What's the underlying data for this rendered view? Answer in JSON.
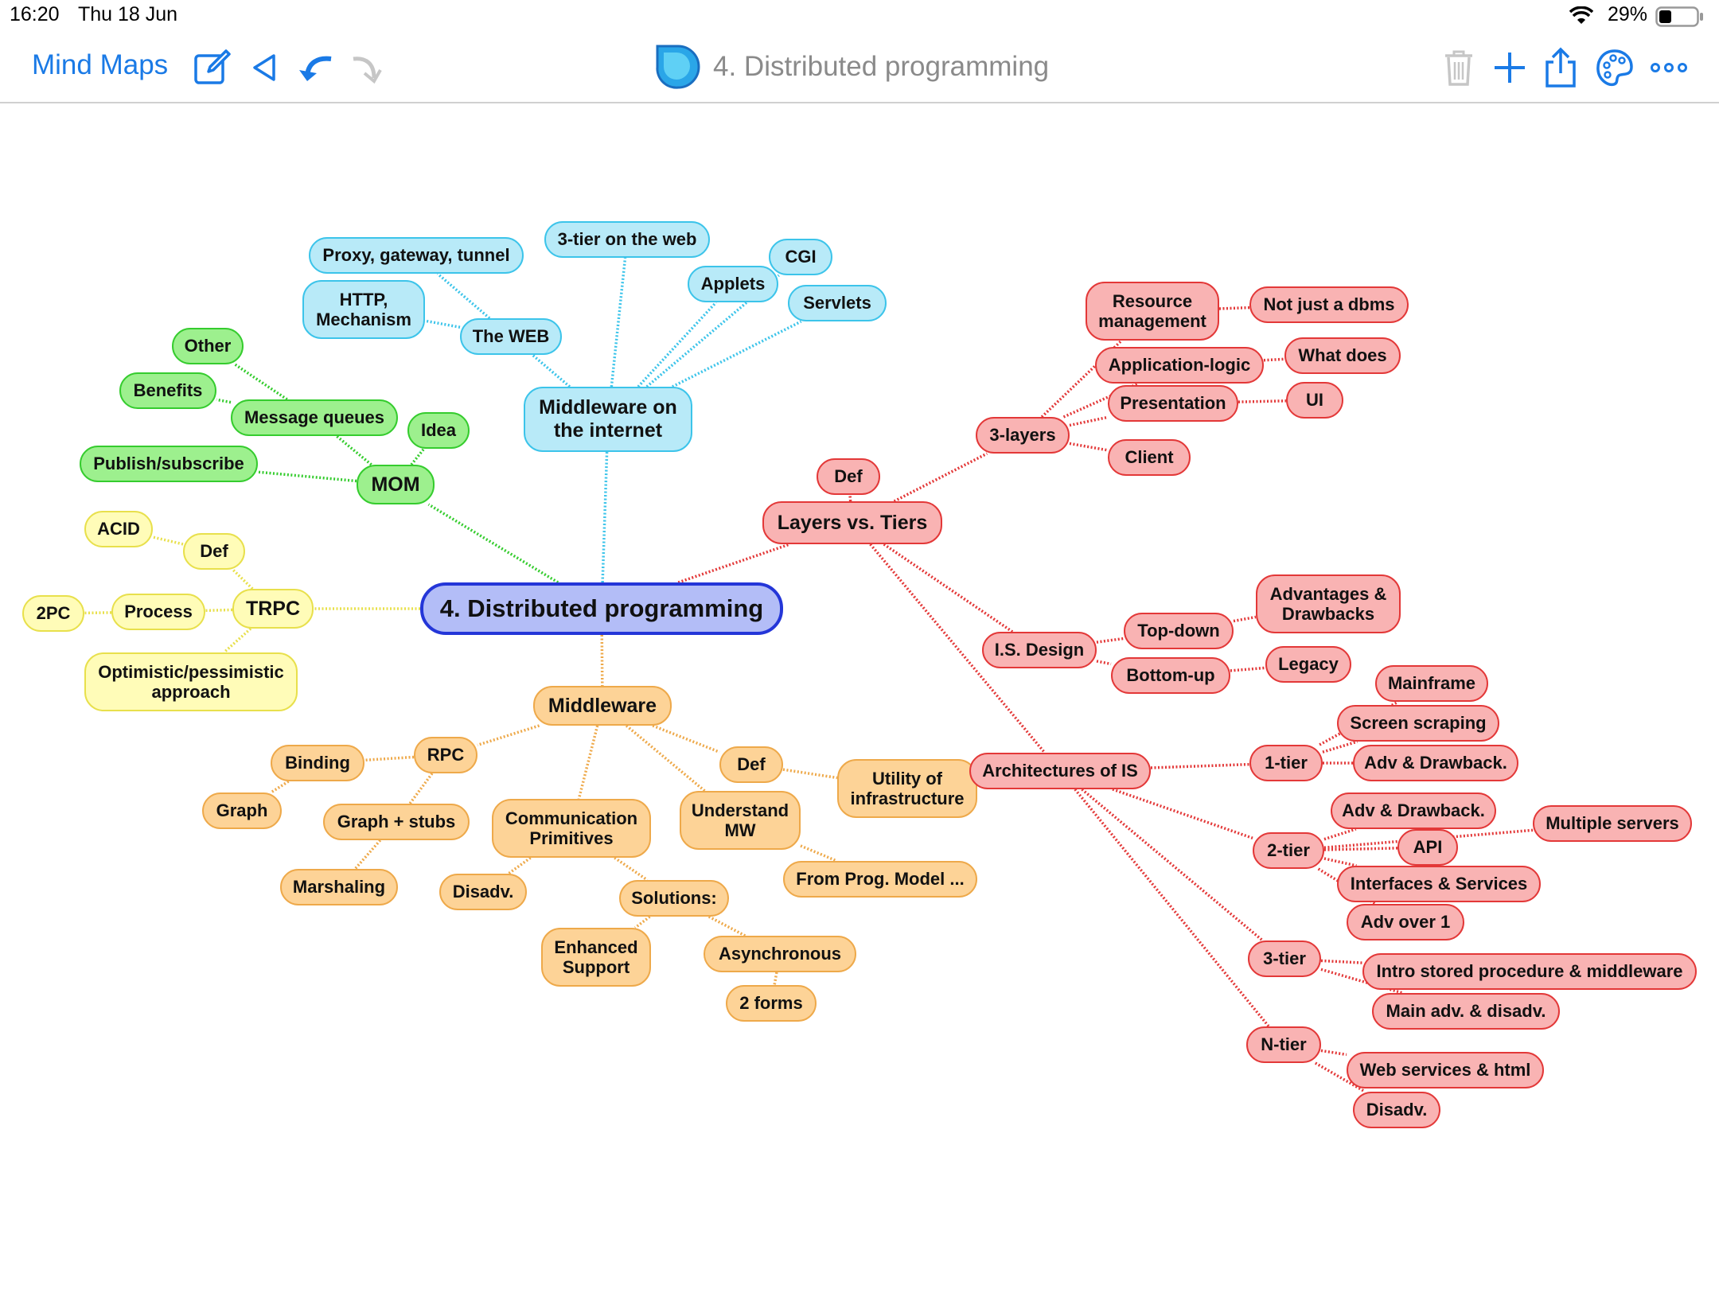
{
  "status_bar": {
    "time": "16:20",
    "date": "Thu 18 Jun",
    "battery": "29%",
    "wifi_icon": "wifi-icon",
    "battery_icon": "battery-icon"
  },
  "toolbar": {
    "back_label": "Mind Maps",
    "title": "4. Distributed programming",
    "accent_color": "#1a7ae6",
    "buttons": [
      "edit-icon",
      "navigate-icon",
      "undo-icon",
      "redo-icon",
      "trash-icon",
      "add-icon",
      "share-icon",
      "palette-icon",
      "more-icon"
    ]
  },
  "mindmap": {
    "root": "4. Distributed programming",
    "colors": {
      "blue": "#3cc4ea",
      "green": "#35cc2e",
      "yellow": "#e8e04c",
      "orange": "#eea94a",
      "red": "#e33838",
      "root": "#2436d8"
    },
    "nodes": {
      "root": "4. Distributed programming",
      "mw_internet": "Middleware on the internet",
      "web": "The WEB",
      "proxy": "Proxy, gateway, tunnel",
      "http": "HTTP, Mechanism",
      "tier3web": "3-tier on the web",
      "applets": "Applets",
      "cgi": "CGI",
      "servlets": "Servlets",
      "mom": "MOM",
      "msgq": "Message queues",
      "other": "Other",
      "benefits": "Benefits",
      "idea": "Idea",
      "pubsub": "Publish/subscribe",
      "trpc": "TRPC",
      "trpc_def": "Def",
      "acid": "ACID",
      "process": "Process",
      "pc2": "2PC",
      "optpess": "Optimistic/pessimistic approach",
      "middleware": "Middleware",
      "rpc": "RPC",
      "binding": "Binding",
      "graph": "Graph",
      "graphstubs": "Graph + stubs",
      "marshaling": "Marshaling",
      "commprim": "Communication Primitives",
      "disadv_o": "Disadv.",
      "solutions": "Solutions:",
      "enhanced": "Enhanced Support",
      "async": "Asynchronous",
      "forms2": "2 forms",
      "understand": "Understand MW",
      "progmodel": "From Prog. Model ...",
      "mw_def": "Def",
      "utility": "Utility of infrastructure",
      "layers": "Layers vs. Tiers",
      "layers_def": "Def",
      "layers3": "3-layers",
      "resource": "Resource management",
      "notdbms": "Not just a dbms",
      "applogic": "Application-logic",
      "whatdoes": "What does",
      "presentation": "Presentation",
      "ui": "UI",
      "client": "Client",
      "isdesign": "I.S. Design",
      "topdown": "Top-down",
      "advdraw": "Advantages & Drawbacks",
      "bottomup": "Bottom-up",
      "legacy": "Legacy",
      "archis": "Architectures of IS",
      "tier1": "1-tier",
      "mainframe": "Mainframe",
      "screenscrap": "Screen scraping",
      "advdraw1": "Adv & Drawback.",
      "tier2": "2-tier",
      "advdraw2": "Adv & Drawback.",
      "multiservers": "Multiple servers",
      "api": "API",
      "intserv": "Interfaces & Services",
      "advover1": "Adv over 1",
      "tier3": "3-tier",
      "introstored": "Intro stored procedure & middleware",
      "mainadv": "Main adv. & disadv.",
      "ntier": "N-tier",
      "webservices": "Web services & html",
      "disadv_n": "Disadv."
    }
  }
}
